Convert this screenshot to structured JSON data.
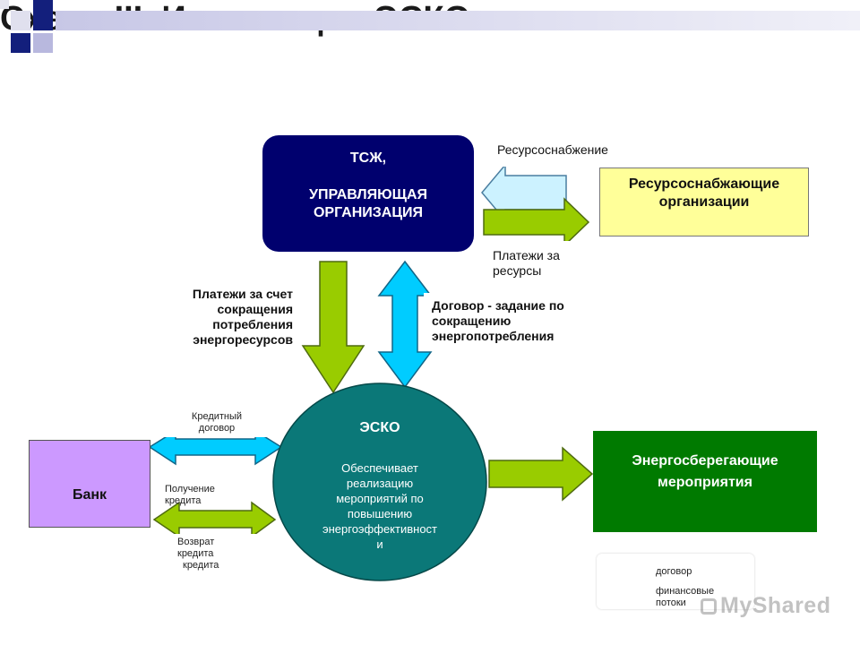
{
  "title": "Схема III. Инвестиции ЭСКО",
  "colors": {
    "accent_navy": "#131f7c",
    "top_band": "#d6d6ea",
    "box_tsj": "#00006e",
    "box_supply": "#ffff99",
    "box_bank": "#cc99ff",
    "box_esco": "#0b7878",
    "box_energy": "#007a00",
    "arrow_contract": "#00ccff",
    "arrow_finance": "#99cc00",
    "arrow_supply": "#ccf2ff"
  },
  "nodes": {
    "tsj": {
      "line1": "ТСЖ,",
      "line2": "УПРАВЛЯЮЩАЯ",
      "line3": "ОРГАНИЗАЦИЯ"
    },
    "supply_org": {
      "line1": "Ресурсоснабжающие",
      "line2": "организации"
    },
    "bank": {
      "label": "Банк"
    },
    "esco": {
      "title": "ЭСКО",
      "desc_lines": [
        "Обеспечивает",
        "реализацию",
        "мероприятий по",
        "повышению",
        "энергоэффективност",
        "и"
      ]
    },
    "energy": {
      "line1": "Энергосберегающие",
      "line2": "мероприятия"
    }
  },
  "labels": {
    "supply": "Ресурсоснабжение",
    "payments_resources_1": "Платежи за",
    "payments_resources_2": "ресурсы",
    "payments_saving": [
      "Платежи за счет",
      "сокращения",
      "потребления",
      "энергоресурсов"
    ],
    "contract_task": [
      "Договор - задание по",
      "сокращению",
      "энергопотребления"
    ],
    "credit_contract_1": "Кредитный",
    "credit_contract_2": "договор",
    "credit_receive_1": "Получение",
    "credit_receive_2": "кредита",
    "credit_return_1": "Возврат",
    "credit_return_2": "кредита",
    "credit_return_3": "кредита"
  },
  "legend": {
    "contract": "договор",
    "finance_1": "финансовые",
    "finance_2": "потоки"
  },
  "watermark": "MyShared"
}
